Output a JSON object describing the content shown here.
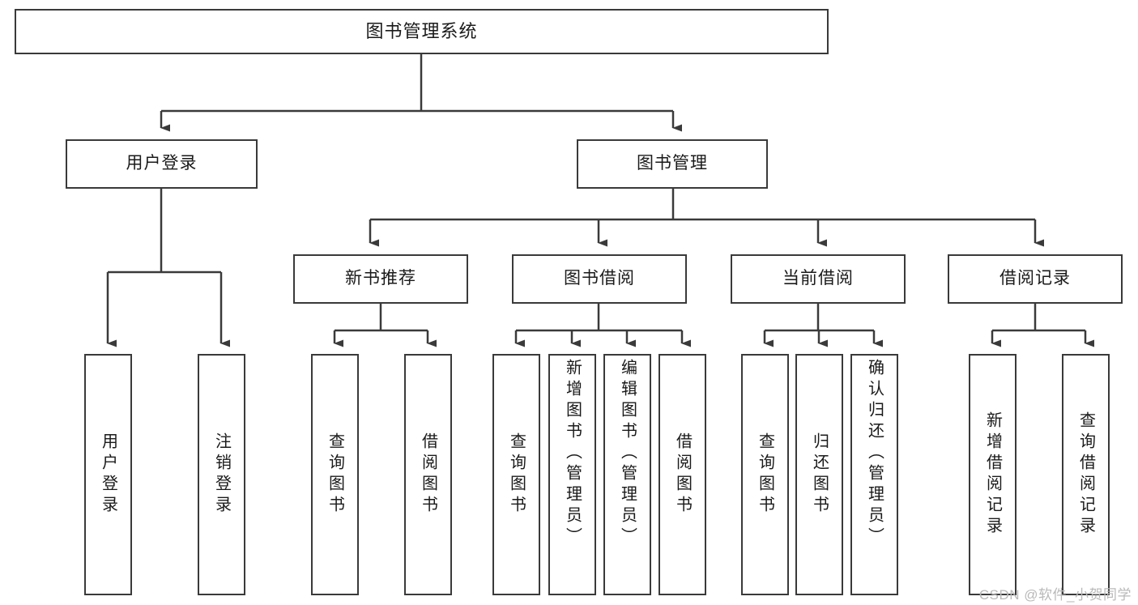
{
  "diagram": {
    "title": "图书管理系统",
    "type": "hierarchy-tree",
    "root": {
      "id": "root",
      "label": "图书管理系统",
      "orientation": "horizontal"
    },
    "level2": [
      {
        "id": "user-login",
        "label": "用户登录",
        "orientation": "horizontal"
      },
      {
        "id": "book-manage",
        "label": "图书管理",
        "orientation": "horizontal"
      }
    ],
    "level3": [
      {
        "id": "new-book-recommend",
        "label": "新书推荐",
        "orientation": "horizontal",
        "parent": "book-manage"
      },
      {
        "id": "book-borrow",
        "label": "图书借阅",
        "orientation": "horizontal",
        "parent": "book-manage"
      },
      {
        "id": "current-borrow",
        "label": "当前借阅",
        "orientation": "horizontal",
        "parent": "book-manage"
      },
      {
        "id": "borrow-record",
        "label": "借阅记录",
        "orientation": "horizontal",
        "parent": "book-manage"
      }
    ],
    "leaves": [
      {
        "id": "leaf-user-login",
        "label": "用户登录",
        "parent": "user-login"
      },
      {
        "id": "leaf-logout-login",
        "label": "注销登录",
        "parent": "user-login"
      },
      {
        "id": "leaf-query-book-1",
        "label": "查询图书",
        "parent": "new-book-recommend"
      },
      {
        "id": "leaf-borrow-book-1",
        "label": "借阅图书",
        "parent": "new-book-recommend"
      },
      {
        "id": "leaf-query-book-2",
        "label": "查询图书",
        "parent": "book-borrow"
      },
      {
        "id": "leaf-add-book",
        "label": "新增图书（管理员）",
        "parent": "book-borrow"
      },
      {
        "id": "leaf-edit-book",
        "label": "编辑图书（管理员）",
        "parent": "book-borrow"
      },
      {
        "id": "leaf-borrow-book-2",
        "label": "借阅图书",
        "parent": "book-borrow"
      },
      {
        "id": "leaf-query-book-3",
        "label": "查询图书",
        "parent": "current-borrow"
      },
      {
        "id": "leaf-return-book",
        "label": "归还图书",
        "parent": "current-borrow"
      },
      {
        "id": "leaf-confirm-return",
        "label": "确认归还（管理员）",
        "parent": "current-borrow"
      },
      {
        "id": "leaf-add-record",
        "label": "新增借阅记录",
        "parent": "borrow-record"
      },
      {
        "id": "leaf-query-record",
        "label": "查询借阅记录",
        "parent": "borrow-record"
      }
    ],
    "watermark": "CSDN @软件_小贺同学",
    "colors": {
      "stroke": "#3a3a3a",
      "fill": "#ffffff",
      "text": "#1a1a1a",
      "watermark": "#b9b9b9"
    }
  }
}
